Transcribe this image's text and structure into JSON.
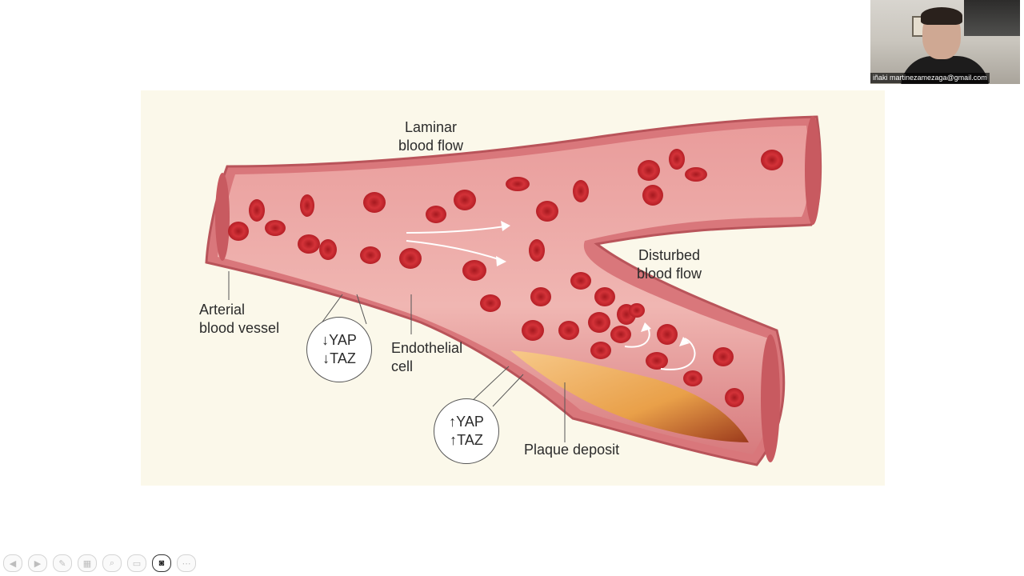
{
  "figure": {
    "labels": {
      "laminar_flow": [
        "Laminar",
        "blood flow"
      ],
      "disturbed_flow": [
        "Disturbed",
        "blood flow"
      ],
      "arterial_vessel": [
        "Arterial",
        "blood vessel"
      ],
      "endothelial_cell": [
        "Endothelial",
        "cell"
      ],
      "plaque_deposit": "Plaque deposit"
    },
    "markers": {
      "low": [
        "↓YAP",
        "↓TAZ"
      ],
      "high": [
        "↑YAP",
        "↑TAZ"
      ]
    },
    "colors": {
      "background": "#fbf8ea",
      "vessel_wall": "#d9777b",
      "vessel_lumen": "#e8a1a0",
      "blood_cell": "#c3252b",
      "plaque": "#f2b36d"
    }
  },
  "webcam": {
    "participant_email": "iñaki martinezamezaga@gmail.com"
  },
  "toolbar": {
    "buttons": [
      {
        "name": "prev-slide-icon",
        "glyph": "◀"
      },
      {
        "name": "next-slide-icon",
        "glyph": "▶"
      },
      {
        "name": "pen-icon",
        "glyph": "✎"
      },
      {
        "name": "slides-grid-icon",
        "glyph": "▦"
      },
      {
        "name": "zoom-icon",
        "glyph": "⌕"
      },
      {
        "name": "subtitles-icon",
        "glyph": "▭"
      },
      {
        "name": "camera-icon",
        "glyph": "◙"
      },
      {
        "name": "more-options-icon",
        "glyph": "⋯"
      }
    ]
  }
}
